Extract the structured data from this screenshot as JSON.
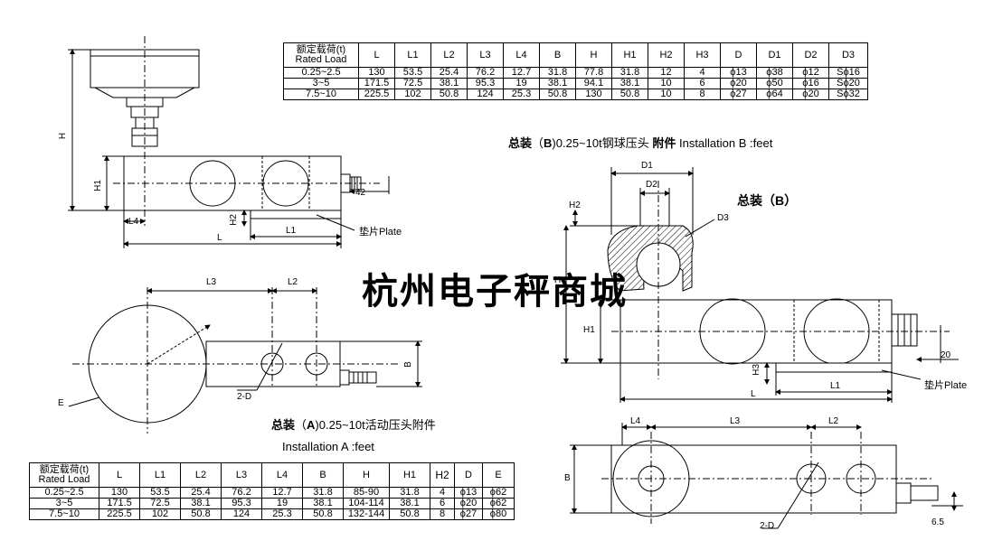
{
  "table_top": {
    "headers": [
      "额定载荷(t)\nRated Load",
      "L",
      "L1",
      "L2",
      "L3",
      "L4",
      "B",
      "H",
      "H1",
      "H2",
      "H3",
      "D",
      "D1",
      "D2",
      "D3"
    ],
    "rows": [
      [
        "0.25~2.5",
        "130",
        "53.5",
        "25.4",
        "76.2",
        "12.7",
        "31.8",
        "77.8",
        "31.8",
        "12",
        "4",
        "ϕ13",
        "ϕ38",
        "ϕ12",
        "Sϕ16"
      ],
      [
        "3~5",
        "171.5",
        "72.5",
        "38.1",
        "95.3",
        "19",
        "38.1",
        "94.1",
        "38.1",
        "10",
        "6",
        "ϕ20",
        "ϕ50",
        "ϕ16",
        "Sϕ20"
      ],
      [
        "7.5~10",
        "225.5",
        "102",
        "50.8",
        "124",
        "25.3",
        "50.8",
        "130",
        "50.8",
        "10",
        "8",
        "ϕ27",
        "ϕ64",
        "ϕ20",
        "Sϕ32"
      ]
    ]
  },
  "table_bottom": {
    "headers": [
      "额定载荷(t)\nRated Load",
      "L",
      "L1",
      "L2",
      "L3",
      "L4",
      "B",
      "H",
      "H1",
      "H2",
      "D",
      "E"
    ],
    "rows": [
      [
        "0.25~2.5",
        "130",
        "53.5",
        "25.4",
        "76.2",
        "12.7",
        "31.8",
        "85-90",
        "31.8",
        "4",
        "ϕ13",
        "ϕ62"
      ],
      [
        "3~5",
        "171.5",
        "72.5",
        "38.1",
        "95.3",
        "19",
        "38.1",
        "104-114",
        "38.1",
        "6",
        "ϕ20",
        "ϕ62"
      ],
      [
        "7.5~10",
        "225.5",
        "102",
        "50.8",
        "124",
        "25.3",
        "50.8",
        "132-144",
        "50.8",
        "8",
        "ϕ27",
        "ϕ80"
      ]
    ]
  },
  "caption_b": {
    "bold1": "总装",
    "paren_open": "（",
    "letter": "B",
    "rest": ")0.25~10t钢球压头 ",
    "bold2": "附件",
    "tail": " Installation B :feet"
  },
  "caption_a": {
    "bold1": "总装",
    "paren_open": "（",
    "letter": "A",
    "rest": ")0.25~10t活动压头附件"
  },
  "caption_a_en": "Installation A :feet",
  "assembly_b_title": "总装（B）",
  "watermark": "杭州电子秤商城",
  "labels": {
    "H": "H",
    "H1": "H1",
    "H2": "H2",
    "H3": "H3",
    "L": "L",
    "L1": "L1",
    "L2": "L2",
    "L3": "L3",
    "L4": "L4",
    "B": "B",
    "D1": "D1",
    "D2": "D2",
    "D3": "D3",
    "E": "E",
    "twoD": "2-D",
    "forty_two": "42",
    "twenty": "20",
    "six_five": "6.5",
    "plate": "垫片Plate"
  }
}
